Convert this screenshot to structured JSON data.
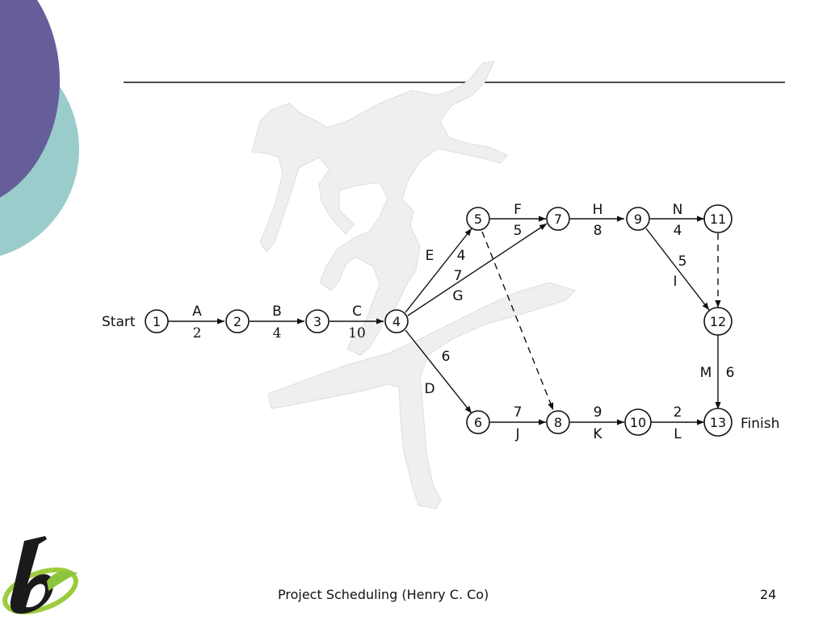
{
  "footer": {
    "title": "Project Scheduling (Henry C. Co)",
    "page": "24"
  },
  "diagram": {
    "start_label": "Start",
    "finish_label": "Finish",
    "nodes": [
      {
        "id": "n1",
        "label": "1"
      },
      {
        "id": "n2",
        "label": "2"
      },
      {
        "id": "n3",
        "label": "3"
      },
      {
        "id": "n4",
        "label": "4"
      },
      {
        "id": "n5",
        "label": "5"
      },
      {
        "id": "n6",
        "label": "6"
      },
      {
        "id": "n7",
        "label": "7"
      },
      {
        "id": "n8",
        "label": "8"
      },
      {
        "id": "n9",
        "label": "9"
      },
      {
        "id": "n10",
        "label": "10"
      },
      {
        "id": "n11",
        "label": "11"
      },
      {
        "id": "n12",
        "label": "12"
      },
      {
        "id": "n13",
        "label": "13"
      }
    ],
    "activities": [
      {
        "name": "A",
        "duration": "2",
        "from": "1",
        "to": "2"
      },
      {
        "name": "B",
        "duration": "4",
        "from": "2",
        "to": "3"
      },
      {
        "name": "C",
        "duration": "10",
        "from": "3",
        "to": "4"
      },
      {
        "name": "E",
        "duration": "4",
        "from": "4",
        "to": "5"
      },
      {
        "name": "G",
        "duration": "7",
        "from": "4",
        "to": "7"
      },
      {
        "name": "D",
        "duration": "6",
        "from": "4",
        "to": "6"
      },
      {
        "name": "F",
        "duration": "5",
        "from": "5",
        "to": "7"
      },
      {
        "name": "H",
        "duration": "8",
        "from": "7",
        "to": "9"
      },
      {
        "name": "N",
        "duration": "4",
        "from": "9",
        "to": "11"
      },
      {
        "name": "I",
        "duration": "5",
        "from": "9",
        "to": "12"
      },
      {
        "name": "M",
        "duration": "6",
        "from": "12",
        "to": "13"
      },
      {
        "name": "J",
        "duration": "7",
        "from": "6",
        "to": "8"
      },
      {
        "name": "K",
        "duration": "9",
        "from": "8",
        "to": "10"
      },
      {
        "name": "L",
        "duration": "2",
        "from": "10",
        "to": "13"
      }
    ],
    "dummies": [
      {
        "from": "5",
        "to": "8"
      },
      {
        "from": "11",
        "to": "12"
      }
    ]
  },
  "colors": {
    "purple": "#655e9a",
    "teal": "#9acccb",
    "watermark": "#efefef",
    "line": "#111111"
  }
}
